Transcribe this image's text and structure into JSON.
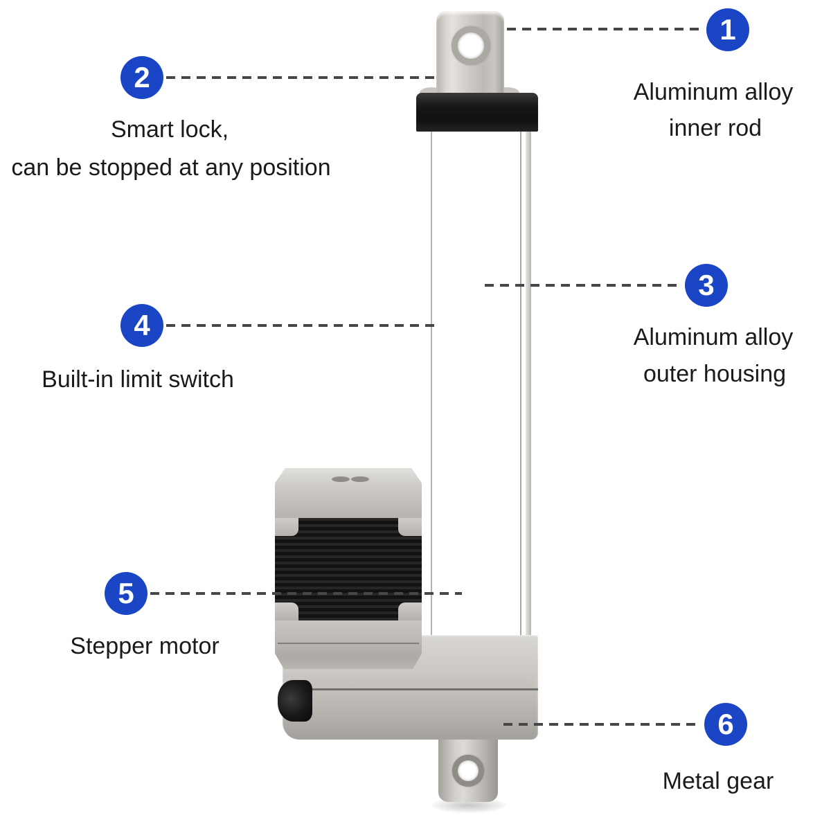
{
  "colors": {
    "accent": "#1a46c6",
    "text": "#1a1a1a",
    "leader": "#474747"
  },
  "callouts": [
    {
      "number": "1",
      "lines": [
        "Aluminum alloy",
        "inner rod"
      ]
    },
    {
      "number": "2",
      "lines": [
        "Smart lock,",
        "can be stopped at any position"
      ]
    },
    {
      "number": "3",
      "lines": [
        "Aluminum alloy",
        "outer housing"
      ]
    },
    {
      "number": "4",
      "lines": [
        "Built-in limit switch"
      ]
    },
    {
      "number": "5",
      "lines": [
        "Stepper motor"
      ]
    },
    {
      "number": "6",
      "lines": [
        "Metal gear"
      ]
    }
  ]
}
